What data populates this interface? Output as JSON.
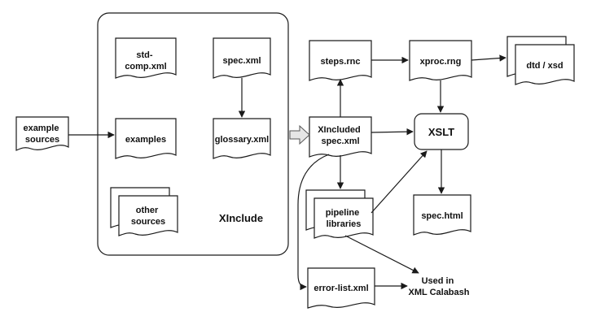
{
  "nodes": {
    "example_sources": {
      "lines": [
        "example",
        "sources"
      ]
    },
    "std_comp": {
      "lines": [
        "std-",
        "comp.xml"
      ]
    },
    "spec_xml": {
      "lines": [
        "spec.xml"
      ]
    },
    "examples": {
      "lines": [
        "examples"
      ]
    },
    "glossary": {
      "lines": [
        "glossary.xml"
      ]
    },
    "other_sources": {
      "lines": [
        "other",
        "sources"
      ]
    },
    "xinclude_label": {
      "lines": [
        "XInclude"
      ]
    },
    "steps_rnc": {
      "lines": [
        "steps.rnc"
      ]
    },
    "xproc_rng": {
      "lines": [
        "xproc.rng"
      ]
    },
    "dtd_xsd": {
      "lines": [
        "dtd / xsd"
      ]
    },
    "xincluded_spec": {
      "lines": [
        "XIncluded",
        "spec.xml"
      ]
    },
    "xslt": {
      "lines": [
        "XSLT"
      ]
    },
    "pipeline_libraries": {
      "lines": [
        "pipeline",
        "libraries"
      ]
    },
    "spec_html": {
      "lines": [
        "spec.html"
      ]
    },
    "error_list": {
      "lines": [
        "error-list.xml"
      ]
    },
    "used_in_calabash": {
      "lines": [
        "Used in",
        "XML Calabash"
      ]
    }
  }
}
